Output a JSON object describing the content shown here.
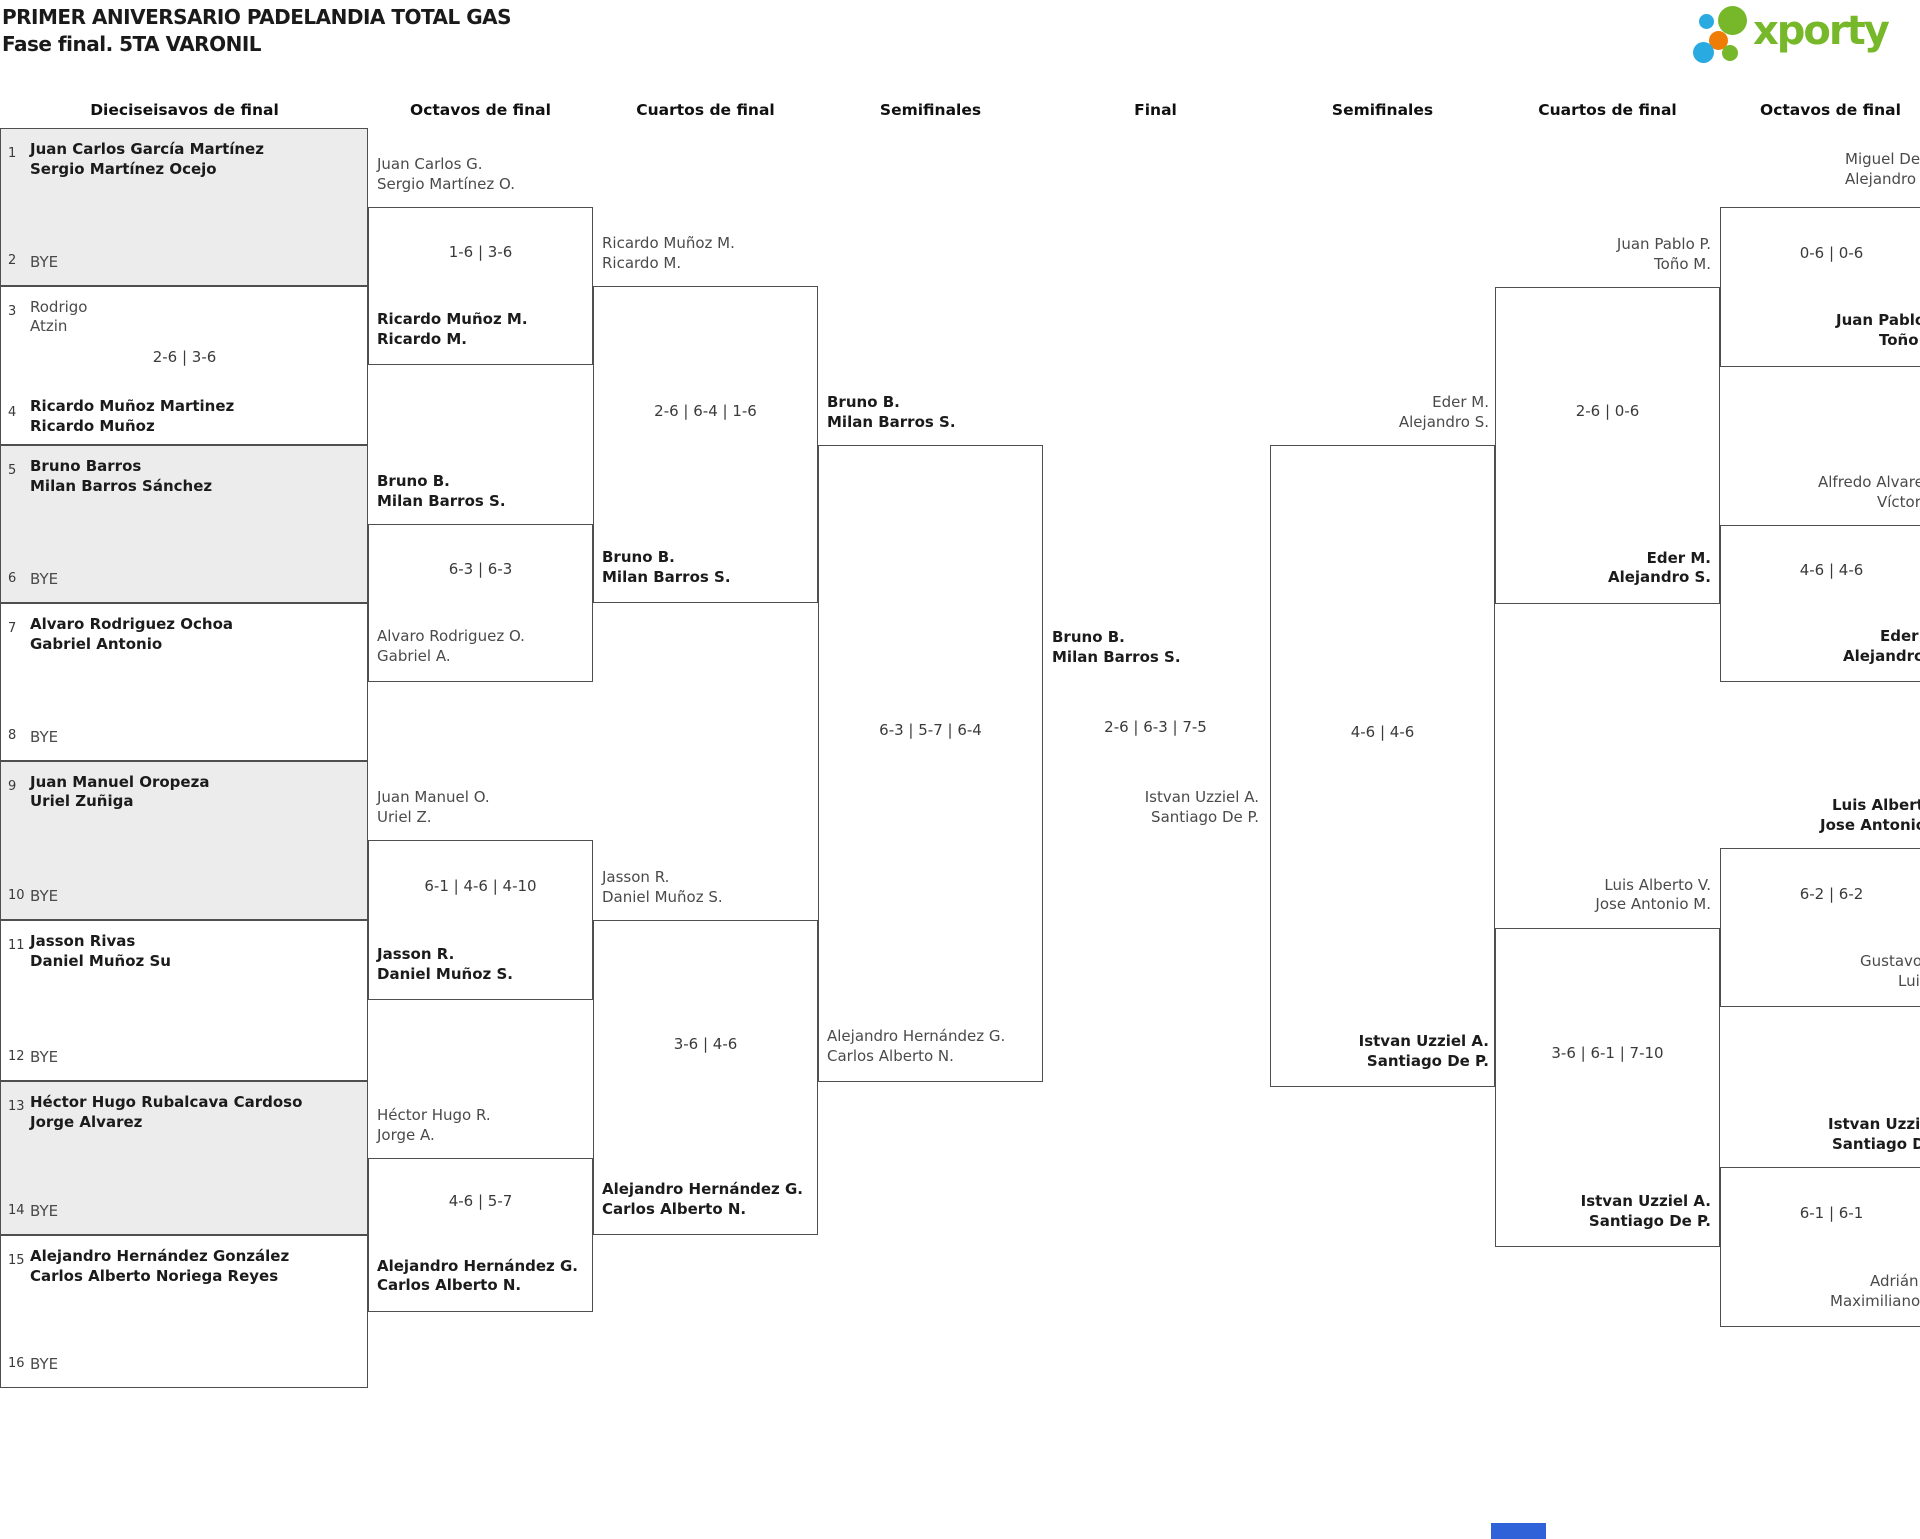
{
  "title": {
    "line1": "PRIMER ANIVERSARIO PADELANDIA TOTAL GAS",
    "line2": "Fase final. 5TA VARONIL"
  },
  "logo": {
    "brand": "xporty",
    "green": "#76b82a",
    "blue": "#29abe2",
    "orange": "#ef7d05"
  },
  "headers": [
    "Dieciseisavos de final",
    "Octavos de final",
    "Cuartos de final",
    "Semifinales",
    "Final",
    "Semifinales",
    "Cuartos de final",
    "Octavos de final"
  ],
  "left16_score": "2-6 | 3-6",
  "left16": [
    {
      "n": "1",
      "l1": "Juan Carlos García Martínez",
      "l2": "Sergio Martínez Ocejo"
    },
    {
      "n": "2",
      "l1": "BYE"
    },
    {
      "n": "3",
      "l1": "Rodrigo",
      "l2": "Atzin"
    },
    {
      "n": "4",
      "l1": "Ricardo Muñoz Martinez",
      "l2": "Ricardo Muñoz"
    },
    {
      "n": "5",
      "l1": "Bruno Barros",
      "l2": "Milan Barros Sánchez"
    },
    {
      "n": "6",
      "l1": "BYE"
    },
    {
      "n": "7",
      "l1": "Alvaro Rodriguez Ochoa",
      "l2": "Gabriel Antonio"
    },
    {
      "n": "8",
      "l1": "BYE"
    },
    {
      "n": "9",
      "l1": "Juan Manuel Oropeza",
      "l2": "Uriel Zuñiga"
    },
    {
      "n": "10",
      "l1": "BYE"
    },
    {
      "n": "11",
      "l1": "Jasson Rivas",
      "l2": "Daniel Muñoz Su"
    },
    {
      "n": "12",
      "l1": "BYE"
    },
    {
      "n": "13",
      "l1": "Héctor Hugo Rubalcava Cardoso",
      "l2": "Jorge Alvarez"
    },
    {
      "n": "14",
      "l1": "BYE"
    },
    {
      "n": "15",
      "l1": "Alejandro Hernández González",
      "l2": "Carlos Alberto Noriega Reyes"
    },
    {
      "n": "16",
      "l1": "BYE"
    }
  ],
  "left8": [
    {
      "t1": "Juan Carlos G.",
      "t2": "Sergio Martínez O.",
      "s": "1-6 | 3-6",
      "b1": "Ricardo Muñoz M.",
      "b2": "Ricardo M."
    },
    {
      "t1": "Bruno B.",
      "t2": "Milan Barros S.",
      "s": "6-3 | 6-3",
      "b1": "Alvaro Rodriguez O.",
      "b2": "Gabriel A."
    },
    {
      "t1": "Juan Manuel O.",
      "t2": "Uriel Z.",
      "s": "6-1 | 4-6 | 4-10",
      "b1": "Jasson R.",
      "b2": "Daniel Muñoz S."
    },
    {
      "t1": "Héctor Hugo R.",
      "t2": "Jorge A.",
      "s": "4-6 | 5-7",
      "b1": "Alejandro Hernández G.",
      "b2": "Carlos Alberto N."
    }
  ],
  "left4": [
    {
      "t1": "Ricardo Muñoz M.",
      "t2": "Ricardo M.",
      "s": "2-6 | 6-4 | 1-6",
      "b1": "Bruno B.",
      "b2": "Milan Barros S."
    },
    {
      "t1": "Jasson R.",
      "t2": "Daniel Muñoz S.",
      "s": "3-6 | 4-6",
      "b1": "Alejandro Hernández G.",
      "b2": "Carlos Alberto N."
    }
  ],
  "left2": {
    "t1": "Bruno B.",
    "t2": "Milan Barros S.",
    "s": "6-3 | 5-7 | 6-4",
    "b1": "Alejandro Hernández G.",
    "b2": "Carlos Alberto N."
  },
  "final": {
    "l1": "Bruno B.",
    "l2": "Milan Barros S.",
    "s": "2-6 | 6-3 | 7-5",
    "r1": "Istvan Uzziel A.",
    "r2": "Santiago De P."
  },
  "right2": {
    "t1": "Eder M.",
    "t2": "Alejandro S.",
    "s": "4-6 | 4-6",
    "b1": "Istvan Uzziel A.",
    "b2": "Santiago De P."
  },
  "right4": [
    {
      "t1": "Juan Pablo P.",
      "t2": "Toño M.",
      "s": "2-6 | 0-6",
      "b1": "Eder M.",
      "b2": "Alejandro S."
    },
    {
      "t1": "Luis Alberto V.",
      "t2": "Jose Antonio M.",
      "s": "3-6 | 6-1 | 7-10",
      "b1": "Istvan Uzziel A.",
      "b2": "Santiago De P."
    }
  ],
  "right8": [
    {
      "t1": "Miguel De",
      "t2": "Alejandro",
      "s": "0-6 | 0-6",
      "b1": "Juan Pablo",
      "b2": "Toño"
    },
    {
      "t1": "Alfredo Alvare",
      "t2": "Víctor",
      "s": "4-6 | 4-6",
      "b1": "Eder",
      "b2": "Alejandro"
    },
    {
      "t1": "Luis Alberto",
      "t2": "Jose Antonio",
      "s": "6-2 | 6-2",
      "b1": "Gustavo",
      "b2": "Luis"
    },
    {
      "t1": "Istvan Uzziel",
      "t2": "Santiago De",
      "s": "6-1 | 6-1",
      "b1": "Adrián",
      "b2": "Maximiliano"
    }
  ]
}
